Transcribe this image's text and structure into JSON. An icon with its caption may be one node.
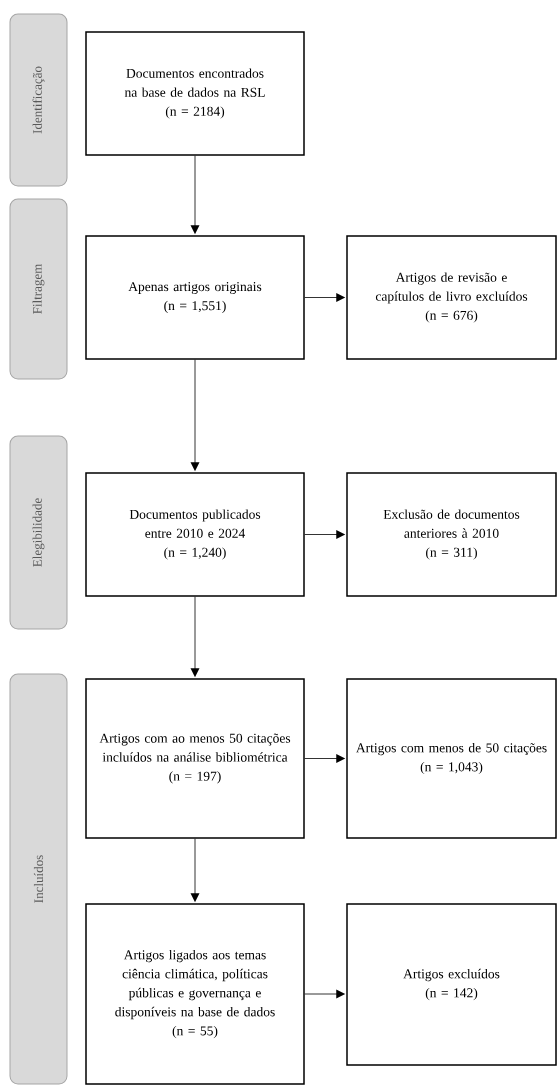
{
  "diagram": {
    "nodes": [
      {
        "text": [
          "Identificação"
        ]
      },
      {
        "text": [
          "Documentos encontrados na base de dados na RSL",
          "(n = 2184)"
        ]
      },
      {
        "text": [
          "Filtragem"
        ]
      },
      {
        "text": [
          "Apenas artigos originais",
          "(n = 1,551)"
        ]
      },
      {
        "text": [
          "Artigos de revisão e capítulos de livro excluídos",
          "(n = 676)"
        ]
      },
      {
        "text": [
          "Elegibilidade"
        ]
      },
      {
        "text": [
          "Documentos publicados entre 2010 e 2024",
          "(n = 1,240)"
        ]
      },
      {
        "text": [
          "Exclusão de documentos anteriores à 2010",
          "(n = 311)"
        ]
      },
      {
        "text": [
          "Incluídos"
        ]
      },
      {
        "text": [
          "Artigos com ao menos 50 citações incluídos na análise bibliométrica",
          "(n = 197)"
        ]
      },
      {
        "text": [
          "Artigos com menos de 50 citações",
          "(n = 1,043)"
        ]
      },
      {
        "text": [
          "Artigos ligados aos temas ciência climática, políticas públicas e governança e disponíveis na base de dados",
          "(n = 55)"
        ]
      },
      {
        "text": [
          "Artigos excluídos",
          "(n = 142)"
        ]
      }
    ],
    "edges": [
      {
        "from": 1,
        "to": 3,
        "arrow": "to"
      },
      {
        "from": 3,
        "to": 4,
        "arrow": "to"
      },
      {
        "from": 3,
        "to": 6,
        "arrow": "to"
      },
      {
        "from": 6,
        "to": 7,
        "arrow": "to"
      },
      {
        "from": 6,
        "to": 9,
        "arrow": "to"
      },
      {
        "from": 9,
        "to": 10,
        "arrow": "to"
      },
      {
        "from": 9,
        "to": 11,
        "arrow": "to"
      },
      {
        "from": 11,
        "to": 12,
        "arrow": "to"
      }
    ]
  }
}
